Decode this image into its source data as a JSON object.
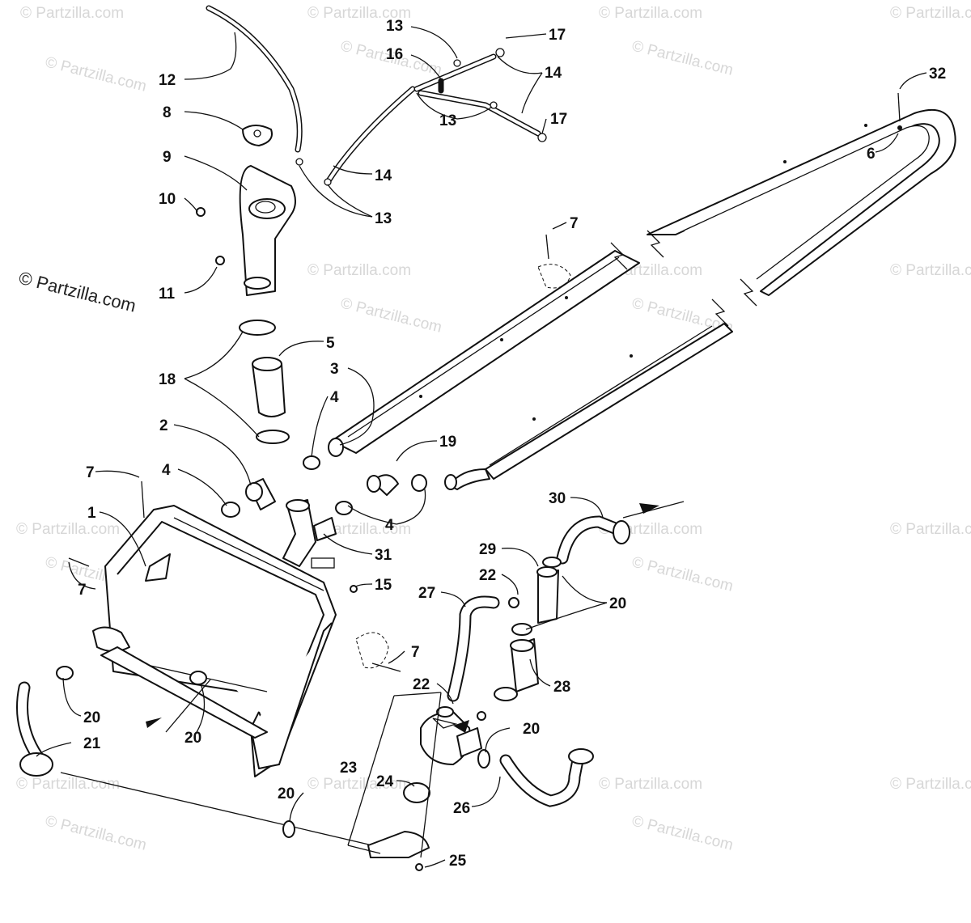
{
  "credit": "© Partzilla.com",
  "watermark_text": "© Partzilla.com",
  "colors": {
    "ink": "#111111",
    "watermark": "#d7d7d7",
    "background": "#ffffff"
  },
  "callouts": [
    {
      "id": "c12",
      "label": "12"
    },
    {
      "id": "c8",
      "label": "8"
    },
    {
      "id": "c9",
      "label": "9"
    },
    {
      "id": "c10",
      "label": "10"
    },
    {
      "id": "c11",
      "label": "11"
    },
    {
      "id": "c13a",
      "label": "13"
    },
    {
      "id": "c16",
      "label": "16"
    },
    {
      "id": "c17a",
      "label": "17"
    },
    {
      "id": "c14a",
      "label": "14"
    },
    {
      "id": "c13b",
      "label": "13"
    },
    {
      "id": "c17b",
      "label": "17"
    },
    {
      "id": "c14b",
      "label": "14"
    },
    {
      "id": "c13c",
      "label": "13"
    },
    {
      "id": "c32",
      "label": "32"
    },
    {
      "id": "c6",
      "label": "6"
    },
    {
      "id": "c7a",
      "label": "7"
    },
    {
      "id": "c5",
      "label": "5"
    },
    {
      "id": "c18",
      "label": "18"
    },
    {
      "id": "c3",
      "label": "3"
    },
    {
      "id": "c4a",
      "label": "4"
    },
    {
      "id": "c2",
      "label": "2"
    },
    {
      "id": "c19",
      "label": "19"
    },
    {
      "id": "c7b",
      "label": "7"
    },
    {
      "id": "c4b",
      "label": "4"
    },
    {
      "id": "c1",
      "label": "1"
    },
    {
      "id": "c4c",
      "label": "4"
    },
    {
      "id": "c30",
      "label": "30"
    },
    {
      "id": "c31",
      "label": "31"
    },
    {
      "id": "c7c",
      "label": "7"
    },
    {
      "id": "c15",
      "label": "15"
    },
    {
      "id": "c29",
      "label": "29"
    },
    {
      "id": "c22a",
      "label": "22"
    },
    {
      "id": "c27",
      "label": "27"
    },
    {
      "id": "c20a",
      "label": "20"
    },
    {
      "id": "c7d",
      "label": "7"
    },
    {
      "id": "c22b",
      "label": "22"
    },
    {
      "id": "c28",
      "label": "28"
    },
    {
      "id": "c20b",
      "label": "20"
    },
    {
      "id": "c20c",
      "label": "20"
    },
    {
      "id": "c21",
      "label": "21"
    },
    {
      "id": "c20d",
      "label": "20"
    },
    {
      "id": "c23",
      "label": "23"
    },
    {
      "id": "c24",
      "label": "24"
    },
    {
      "id": "c26",
      "label": "26"
    },
    {
      "id": "c20e",
      "label": "20"
    },
    {
      "id": "c25",
      "label": "25"
    }
  ]
}
